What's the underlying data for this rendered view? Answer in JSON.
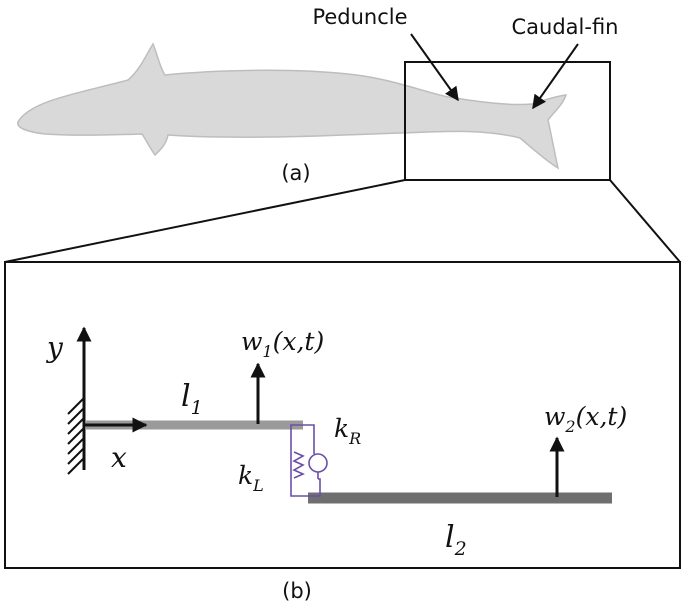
{
  "labels": {
    "peduncle": "Peduncle",
    "caudal_fin": "Caudal-fin",
    "panel_a": "(a)",
    "panel_b": "(b)"
  },
  "math": {
    "y_axis": "y",
    "x_axis": "x",
    "l1_base": "l",
    "l1_sub": "1",
    "l2_base": "l",
    "l2_sub": "2",
    "w1_base": "w",
    "w1_sub": "1",
    "w1_args": "(x,t)",
    "w2_base": "w",
    "w2_sub": "2",
    "w2_args": "(x,t)",
    "kR_base": "k",
    "kR_sub": "R",
    "kL_base": "k",
    "kL_sub": "L"
  },
  "colors": {
    "fish_fill": "#d9d9d9",
    "fish_stroke": "#bdbdbd",
    "beam1": "#9a9a9a",
    "beam2": "#6f6f6f",
    "spring": "#6a4fa8",
    "ink": "#111111"
  }
}
